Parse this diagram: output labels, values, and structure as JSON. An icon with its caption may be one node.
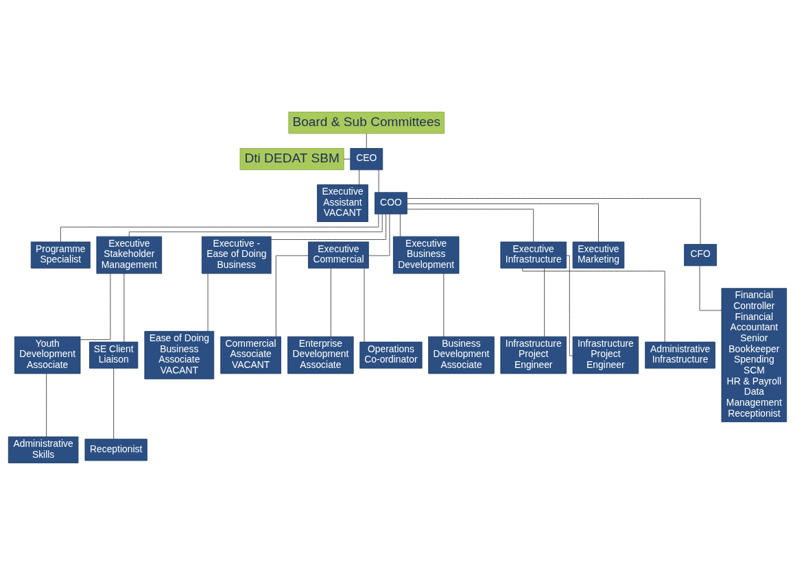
{
  "diagram": {
    "nodes": [
      {
        "text": [
          "Board & Sub Committees"
        ]
      },
      {
        "text": [
          "Dti DEDAT SBM"
        ]
      },
      {
        "text": [
          "CEO"
        ]
      },
      {
        "text": [
          "Executive Assistant",
          "VACANT"
        ]
      },
      {
        "text": [
          "COO"
        ]
      },
      {
        "text": [
          "Programme Specialist"
        ]
      },
      {
        "text": [
          "Executive Stakeholder Management"
        ]
      },
      {
        "text": [
          "Executive - Ease of Doing Business"
        ]
      },
      {
        "text": [
          "Executive Commercial"
        ]
      },
      {
        "text": [
          "Executive Business Development"
        ]
      },
      {
        "text": [
          "Executive Infrastructure"
        ]
      },
      {
        "text": [
          "Executive Marketing"
        ]
      },
      {
        "text": [
          "CFO"
        ]
      },
      {
        "text": [
          "Youth Development Associate"
        ]
      },
      {
        "text": [
          "SE Client Liaison"
        ]
      },
      {
        "text": [
          "Administrative Skills"
        ]
      },
      {
        "text": [
          "Receptionist"
        ]
      },
      {
        "text": [
          "Ease of Doing Business Associate",
          "VACANT"
        ]
      },
      {
        "text": [
          "Commercial Associate",
          "VACANT"
        ]
      },
      {
        "text": [
          "Enterprise Development Associate"
        ]
      },
      {
        "text": [
          "Operations Co-ordinator"
        ]
      },
      {
        "text": [
          "Business Development Associate"
        ]
      },
      {
        "text": [
          "Infrastructure Project Engineer"
        ]
      },
      {
        "text": [
          "Infrastructure Project Engineer"
        ]
      },
      {
        "text": [
          "Administrative Infrastructure"
        ]
      },
      {
        "text": [
          "Financial Controller",
          "Financial Accountant",
          "Senior Bookkeeper",
          "Spending",
          "SCM",
          "HR & Payroll",
          "Data Management",
          "Receptionist"
        ]
      }
    ],
    "edges": [
      {
        "from": 0,
        "to": 2,
        "arrow": "none"
      },
      {
        "from": 1,
        "to": 2,
        "arrow": "none"
      },
      {
        "from": 2,
        "to": 3,
        "arrow": "none"
      },
      {
        "from": 2,
        "to": 4,
        "arrow": "none"
      },
      {
        "from": 4,
        "to": 5,
        "arrow": "none"
      },
      {
        "from": 4,
        "to": 6,
        "arrow": "none"
      },
      {
        "from": 4,
        "to": 7,
        "arrow": "none"
      },
      {
        "from": 4,
        "to": 8,
        "arrow": "none"
      },
      {
        "from": 4,
        "to": 9,
        "arrow": "none"
      },
      {
        "from": 4,
        "to": 10,
        "arrow": "none"
      },
      {
        "from": 4,
        "to": 11,
        "arrow": "none"
      },
      {
        "from": 4,
        "to": 12,
        "arrow": "none"
      },
      {
        "from": 6,
        "to": 13,
        "arrow": "none"
      },
      {
        "from": 6,
        "to": 14,
        "arrow": "none"
      },
      {
        "from": 13,
        "to": 15,
        "arrow": "none"
      },
      {
        "from": 14,
        "to": 16,
        "arrow": "none"
      },
      {
        "from": 7,
        "to": 17,
        "arrow": "none"
      },
      {
        "from": 8,
        "to": 18,
        "arrow": "none"
      },
      {
        "from": 8,
        "to": 19,
        "arrow": "none"
      },
      {
        "from": 8,
        "to": 20,
        "arrow": "none"
      },
      {
        "from": 9,
        "to": 21,
        "arrow": "none"
      },
      {
        "from": 10,
        "to": 22,
        "arrow": "none"
      },
      {
        "from": 10,
        "to": 23,
        "arrow": "none"
      },
      {
        "from": 10,
        "to": 24,
        "arrow": "none"
      },
      {
        "from": 12,
        "to": 25,
        "arrow": "none"
      }
    ]
  }
}
